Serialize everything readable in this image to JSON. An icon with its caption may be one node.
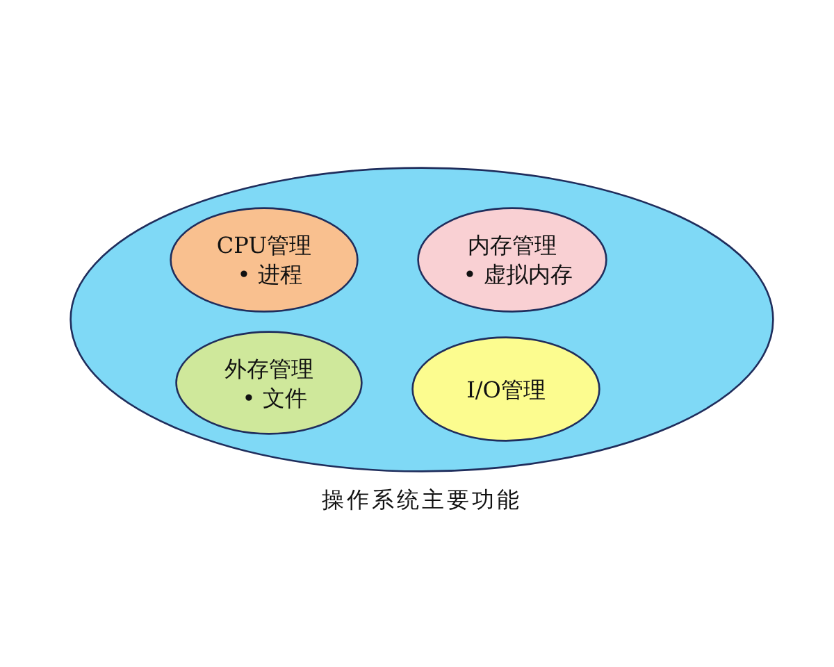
{
  "diagram": {
    "nodes": [
      {
        "text": [
          "操作系统主要功能"
        ]
      },
      {
        "text": [
          "CPU管理",
          "• 进程"
        ],
        "in": 0
      },
      {
        "text": [
          "内存管理",
          "• 虚拟内存"
        ],
        "in": 0
      },
      {
        "text": [
          "外存管理",
          "• 文件"
        ],
        "in": 0
      },
      {
        "text": [
          "I/O管理"
        ],
        "in": 0
      }
    ]
  }
}
